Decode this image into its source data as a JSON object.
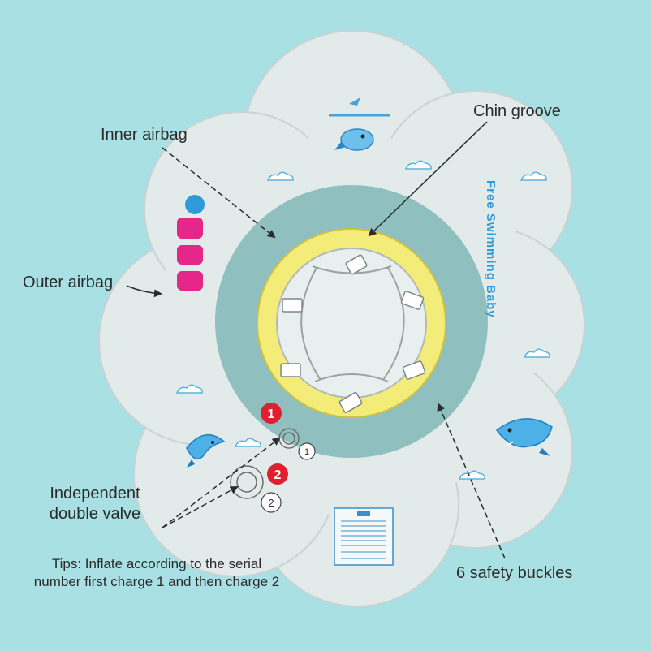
{
  "labels": {
    "inner_airbag": "Inner airbag",
    "chin_groove": "Chin groove",
    "outer_airbag": "Outer airbag",
    "independent_valve_1": "Independent",
    "independent_valve_2": "double valve",
    "safety_buckles": "6 safety buckles",
    "tips_line1": "Tips: Inflate according to the serial",
    "tips_line2": "number first charge 1 and then charge 2"
  },
  "float": {
    "brand_text": "Free Swimming Baby",
    "valve_badge_1": "1",
    "valve_badge_2": "2",
    "valve_tag_1": "1",
    "valve_tag_2": "2"
  },
  "colors": {
    "background": "#a9e0e3",
    "outer_float": "#e3eaea",
    "inner_ring": "#8fbfbf",
    "chin_ring": "#f4ec79",
    "badge_red": "#e0202e",
    "brand_pink": "#e6278a",
    "brand_blue": "#2f9ad8"
  }
}
